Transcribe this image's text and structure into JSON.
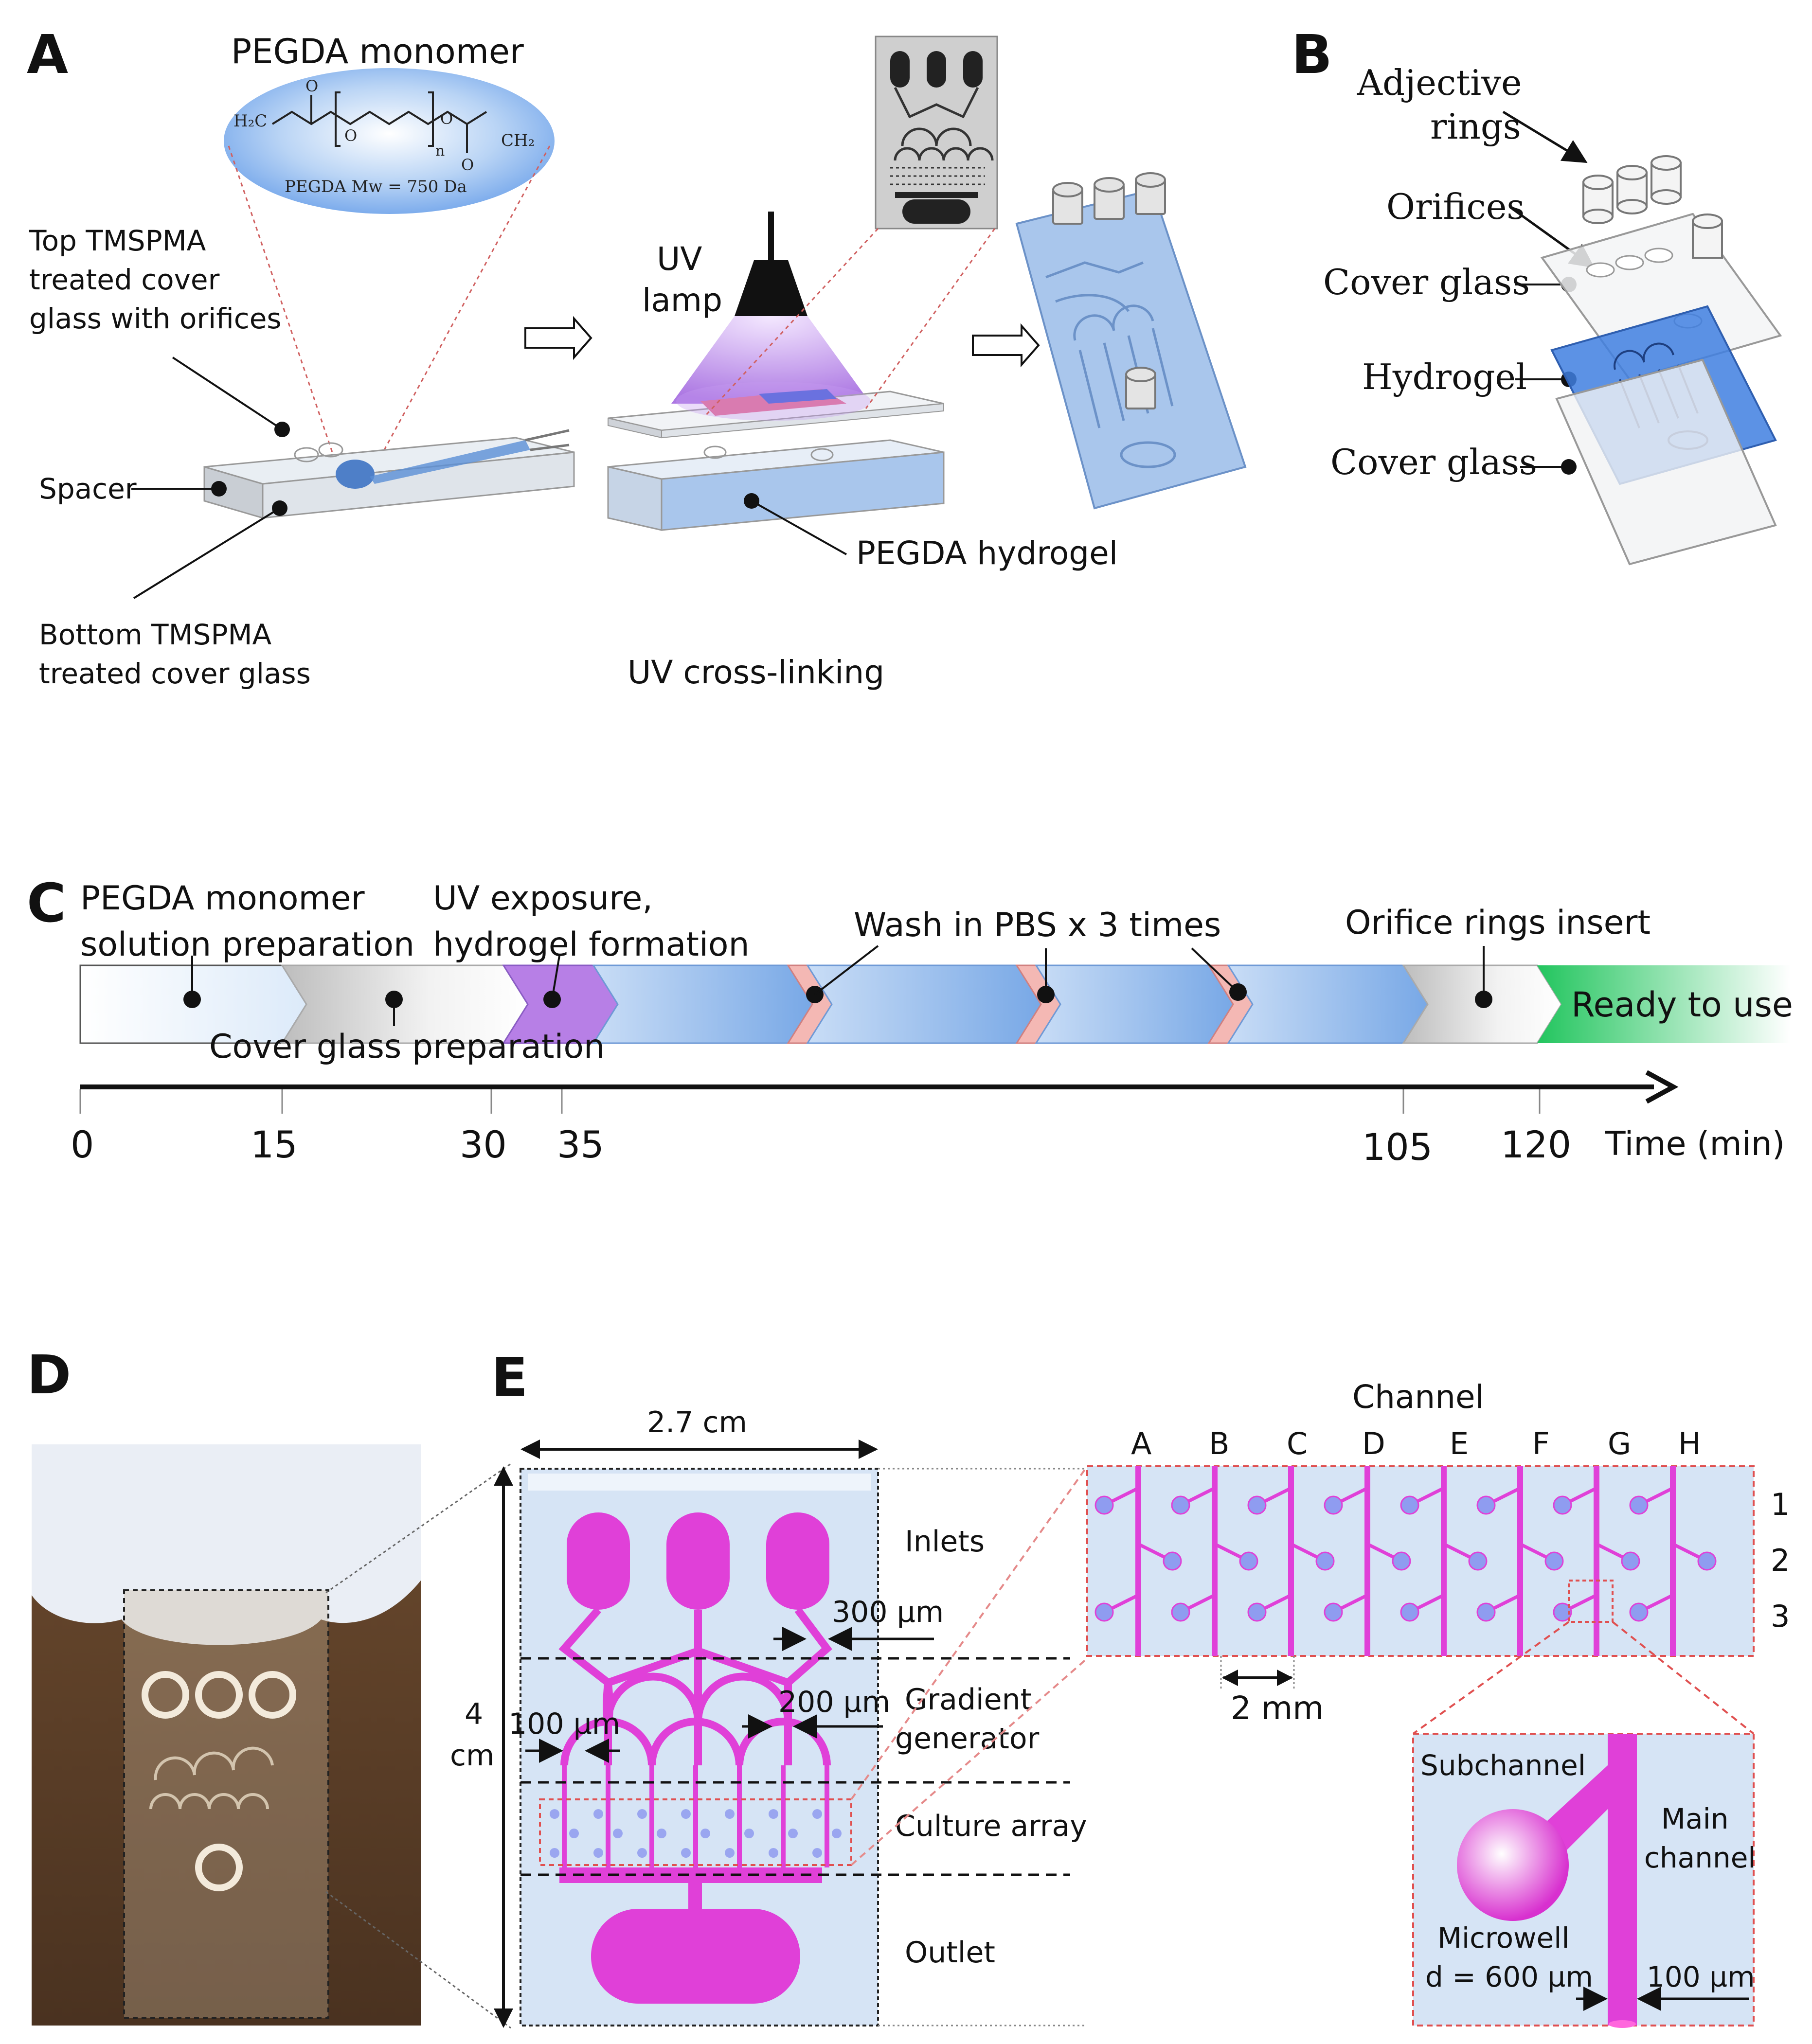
{
  "colors": {
    "magenta": "#e040d8",
    "light_blue": "#d6e4f5",
    "hydrogel_blue": "#8ab4e8",
    "deep_blue": "#3f7fe0",
    "uv_purple": "#b77fe6",
    "green": "#3ccf6a",
    "pink": "#f4b8b4",
    "dash_red": "#e05050"
  },
  "panels": {
    "A": "A",
    "B": "B",
    "C": "C",
    "D": "D",
    "E": "E"
  },
  "panel_a": {
    "monomer_title": "PEGDA monomer",
    "formula_h2c": "H₂C",
    "formula_ch2": "CH₂",
    "formula_o": "O",
    "formula_n": "n",
    "formula_mw": "PEGDA Mw = 750 Da",
    "top_glass_1": "Top TMSPMA",
    "top_glass_2": "treated cover",
    "top_glass_3": "glass with orifices",
    "spacer": "Spacer",
    "bottom_glass_1": "Bottom TMSPMA",
    "bottom_glass_2": "treated cover glass",
    "uv_lamp_1": "UV",
    "uv_lamp_2": "lamp",
    "pegda_hydrogel": "PEGDA hydrogel",
    "uv_crosslinking": "UV cross-linking"
  },
  "panel_b": {
    "adjective_1": "Adjective",
    "adjective_2": "rings",
    "orifices": "Orifices",
    "cover_glass_top": "Cover glass",
    "hydrogel": "Hydrogel",
    "cover_glass_bottom": "Cover glass"
  },
  "panel_c": {
    "step1_a": "PEGDA monomer",
    "step1_b": "solution preparation",
    "step2": "Cover glass preparation",
    "step3_a": "UV exposure,",
    "step3_b": "hydrogel formation",
    "step4": "Wash in PBS x 3 times",
    "step5": "Orifice rings insert",
    "step6": "Ready to use",
    "axis_label": "Time (min)",
    "ticks": [
      "0",
      "15",
      "30",
      "35",
      "105",
      "120"
    ]
  },
  "panel_e": {
    "width_label": "2.7 cm",
    "height_label_1": "4",
    "height_label_2": "cm",
    "inlets": "Inlets",
    "gradient_1": "Gradient",
    "gradient_2": "generator",
    "culture_array": "Culture array",
    "outlet": "Outlet",
    "dim_300": "300 µm",
    "dim_200": "200 µm",
    "dim_100": "100 µm",
    "channel_title": "Channel",
    "channels": [
      "A",
      "B",
      "C",
      "D",
      "E",
      "F",
      "G",
      "H"
    ],
    "rows": [
      "1",
      "2",
      "3"
    ],
    "spacing": "2 mm",
    "subchannel": "Subchannel",
    "main_channel_1": "Main",
    "main_channel_2": "channel",
    "microwell": "Microwell",
    "microwell_d": "d = 600 µm",
    "main_width": "100 µm"
  }
}
